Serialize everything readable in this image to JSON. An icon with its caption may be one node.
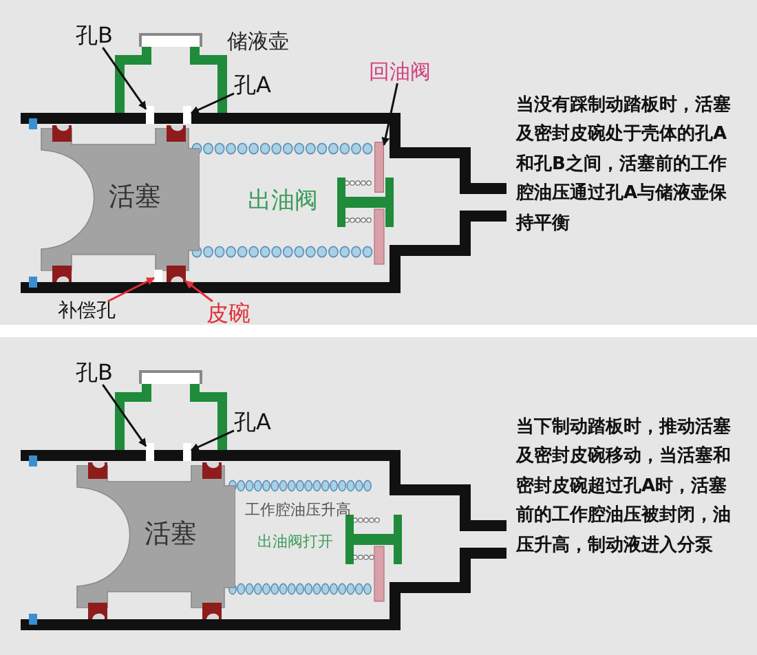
{
  "diagram": {
    "nodes": [
      {
        "text": [
          "孔B"
        ]
      },
      {
        "text": [
          "孔A"
        ]
      },
      {
        "text": [
          "回油阀"
        ]
      },
      {
        "text": [],
        "shape": "box"
      },
      {
        "text": [],
        "shape": "box"
      },
      {
        "text": [],
        "shape": "bar"
      },
      {
        "text": [
          "活塞"
        ]
      },
      {
        "text": [],
        "shape": "box"
      },
      {
        "text": [],
        "shape": "cup"
      },
      {
        "text": [
          "补偿孔"
        ]
      },
      {
        "text": [
          "皮碗"
        ]
      },
      {
        "text": [
          "孔B"
        ]
      },
      {
        "text": [
          "孔A"
        ]
      },
      {
        "text": [],
        "shape": "box"
      },
      {
        "text": [],
        "shape": "box"
      },
      {
        "text": [
          "活塞"
        ]
      }
    ],
    "edges": [
      {
        "from": 0,
        "to": 3,
        "arrow": "to"
      },
      {
        "from": 1,
        "to": 4,
        "arrow": "to"
      },
      {
        "from": 2,
        "to": 5,
        "arrow": "to"
      },
      {
        "from": 9,
        "to": 7,
        "arrow": "to",
        "color": "#e0303a"
      },
      {
        "from": 10,
        "to": 8,
        "arrow": "to",
        "color": "#e0303a"
      },
      {
        "from": 11,
        "to": 13,
        "arrow": "to"
      },
      {
        "from": 12,
        "to": 14,
        "arrow": "to"
      }
    ],
    "labels": [
      "储液壶",
      "出油阀",
      "当没有踩制动踏板时，活塞及密封皮碗处于壳体的孔A和孔B之间，活塞前的工作腔油压通过孔A与储液壶保持平衡",
      "工作腔油压升高",
      "出油阀打开",
      "当下制动踏板时，推动活塞及密封皮碗移动，当活塞和密封皮碗超过孔A时，活塞前的工作腔油压被封闭，油压升高，制动液进入分泵"
    ]
  }
}
